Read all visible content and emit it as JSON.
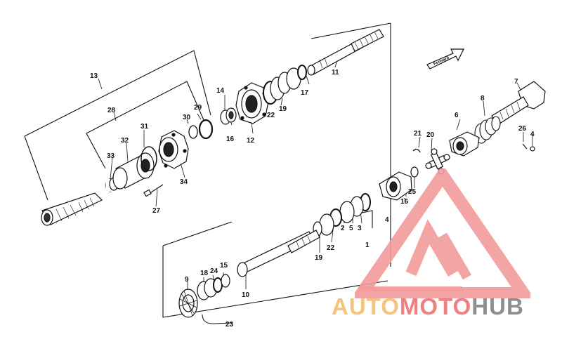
{
  "diagram": {
    "forward_label": "Forward",
    "part_numbers": {
      "p1": "1",
      "p2": "2",
      "p3": "3",
      "p4": "4",
      "p4b": "4",
      "p5": "5",
      "p6": "6",
      "p7": "7",
      "p8": "8",
      "p9": "9",
      "p10": "10",
      "p11": "11",
      "p12": "12",
      "p13": "13",
      "p14": "14",
      "p15": "15",
      "p16": "16",
      "p16b": "16",
      "p17": "17",
      "p18": "18",
      "p19": "19",
      "p19b": "19",
      "p20": "20",
      "p21": "21",
      "p22": "22",
      "p22b": "22",
      "p23": "23",
      "p24": "24",
      "p25": "25",
      "p26": "26",
      "p27": "27",
      "p28": "28",
      "p29": "29",
      "p30": "30",
      "p31": "31",
      "p32": "32",
      "p33": "33",
      "p34": "34"
    }
  },
  "watermark": {
    "part1": "AUTO",
    "part2": "MOTO",
    "part3": "HUB"
  }
}
